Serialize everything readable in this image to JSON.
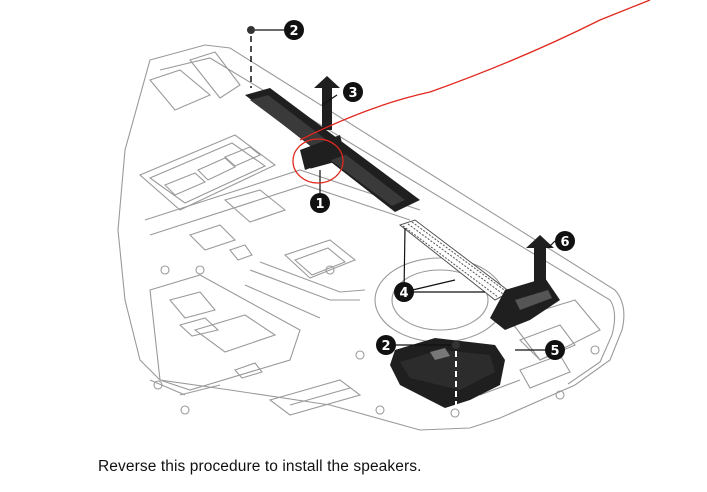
{
  "figure": {
    "callouts": [
      {
        "id": "c2a",
        "label": "2"
      },
      {
        "id": "c3",
        "label": "3"
      },
      {
        "id": "c1",
        "label": "1"
      },
      {
        "id": "c6",
        "label": "6"
      },
      {
        "id": "c4",
        "label": "4"
      },
      {
        "id": "c2b",
        "label": "2"
      },
      {
        "id": "c5",
        "label": "5"
      }
    ],
    "colors": {
      "line_art": "#9a9a9a",
      "speaker_fill": "#1f1f1f",
      "callout_fill": "#111111",
      "annotation_red": "#e0281e"
    }
  },
  "caption": "Reverse this procedure to install the speakers."
}
